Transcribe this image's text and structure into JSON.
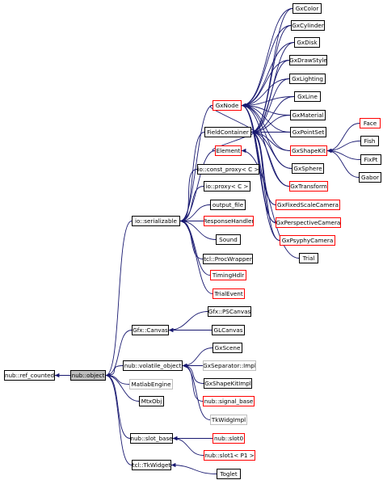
{
  "colors": {
    "edge": "#191970",
    "border_default": "#000000",
    "border_red": "#ff0000",
    "border_gray": "#bfbfbf",
    "fill_selected": "#bfbfbf"
  },
  "nodes": [
    {
      "id": "nub_ref_counted",
      "label": "nub::ref_counted",
      "style": "black"
    },
    {
      "id": "nub_object",
      "label": "nub::object",
      "style": "selected"
    },
    {
      "id": "io_serializable",
      "label": "io::serializable",
      "style": "black"
    },
    {
      "id": "gfx_canvas",
      "label": "Gfx::Canvas",
      "style": "black"
    },
    {
      "id": "nub_volatile_object",
      "label": "nub::volatile_object",
      "style": "black"
    },
    {
      "id": "matlab_engine",
      "label": "MatlabEngine",
      "style": "gray"
    },
    {
      "id": "mtxobj",
      "label": "MtxObj",
      "style": "black"
    },
    {
      "id": "nub_slot_base",
      "label": "nub::slot_base",
      "style": "black"
    },
    {
      "id": "tcl_tkwidget",
      "label": "tcl::TkWidget",
      "style": "black"
    },
    {
      "id": "gxnode",
      "label": "GxNode",
      "style": "red"
    },
    {
      "id": "fieldcontainer",
      "label": "FieldContainer",
      "style": "black"
    },
    {
      "id": "element",
      "label": "Element",
      "style": "red"
    },
    {
      "id": "io_const_proxy",
      "label": "io::const_proxy< C >",
      "style": "black"
    },
    {
      "id": "io_proxy",
      "label": "io::proxy< C >",
      "style": "black"
    },
    {
      "id": "output_file",
      "label": "output_file",
      "style": "black"
    },
    {
      "id": "responsehandler",
      "label": "ResponseHandler",
      "style": "red"
    },
    {
      "id": "sound",
      "label": "Sound",
      "style": "black"
    },
    {
      "id": "tcl_procwrapper",
      "label": "tcl::ProcWrapper",
      "style": "black"
    },
    {
      "id": "timinghdlr",
      "label": "TimingHdlr",
      "style": "red"
    },
    {
      "id": "trialevent",
      "label": "TrialEvent",
      "style": "red"
    },
    {
      "id": "gfx_pscanvas",
      "label": "Gfx::PSCanvas",
      "style": "black"
    },
    {
      "id": "glcanvas",
      "label": "GLCanvas",
      "style": "black"
    },
    {
      "id": "gxscene",
      "label": "GxScene",
      "style": "black"
    },
    {
      "id": "gxseparator_impl",
      "label": "GxSeparator::Impl",
      "style": "gray"
    },
    {
      "id": "gxshapekitimpl",
      "label": "GxShapeKitImpl",
      "style": "black"
    },
    {
      "id": "nub_signal_base",
      "label": "nub::signal_base",
      "style": "red"
    },
    {
      "id": "tkwidgimpl",
      "label": "TkWidgImpl",
      "style": "gray"
    },
    {
      "id": "nub_slot0",
      "label": "nub::slot0",
      "style": "red"
    },
    {
      "id": "nub_slot1",
      "label": "nub::slot1< P1 >",
      "style": "red"
    },
    {
      "id": "toglet",
      "label": "Toglet",
      "style": "black"
    },
    {
      "id": "gxcolor",
      "label": "GxColor",
      "style": "black"
    },
    {
      "id": "gxcylinder",
      "label": "GxCylinder",
      "style": "black"
    },
    {
      "id": "gxdisk",
      "label": "GxDisk",
      "style": "black"
    },
    {
      "id": "gxdrawstyle",
      "label": "GxDrawStyle",
      "style": "black"
    },
    {
      "id": "gxlighting",
      "label": "GxLighting",
      "style": "black"
    },
    {
      "id": "gxline",
      "label": "GxLine",
      "style": "black"
    },
    {
      "id": "gxmaterial",
      "label": "GxMaterial",
      "style": "black"
    },
    {
      "id": "gxpointset",
      "label": "GxPointSet",
      "style": "black"
    },
    {
      "id": "gxshapekit",
      "label": "GxShapeKit",
      "style": "red"
    },
    {
      "id": "gxsphere",
      "label": "GxSphere",
      "style": "black"
    },
    {
      "id": "gxtransform",
      "label": "GxTransform",
      "style": "red"
    },
    {
      "id": "gxfixedscalecamera",
      "label": "GxFixedScaleCamera",
      "style": "red"
    },
    {
      "id": "gxperspectivecamera",
      "label": "GxPerspectiveCamera",
      "style": "red"
    },
    {
      "id": "gxpsyphycamera",
      "label": "GxPsyphyCamera",
      "style": "red"
    },
    {
      "id": "trial",
      "label": "Trial",
      "style": "black"
    },
    {
      "id": "face",
      "label": "Face",
      "style": "red"
    },
    {
      "id": "fish",
      "label": "Fish",
      "style": "black"
    },
    {
      "id": "fixpt",
      "label": "FixPt",
      "style": "black"
    },
    {
      "id": "gabor",
      "label": "Gabor",
      "style": "black"
    }
  ],
  "edges": [
    [
      "nub_object",
      "nub_ref_counted"
    ],
    [
      "io_serializable",
      "nub_object"
    ],
    [
      "gfx_canvas",
      "nub_object"
    ],
    [
      "nub_volatile_object",
      "nub_object"
    ],
    [
      "matlab_engine",
      "nub_object"
    ],
    [
      "mtxobj",
      "nub_object"
    ],
    [
      "nub_slot_base",
      "nub_object"
    ],
    [
      "tcl_tkwidget",
      "nub_object"
    ],
    [
      "gxnode",
      "io_serializable"
    ],
    [
      "fieldcontainer",
      "io_serializable"
    ],
    [
      "element",
      "io_serializable"
    ],
    [
      "io_const_proxy",
      "io_serializable"
    ],
    [
      "io_proxy",
      "io_serializable"
    ],
    [
      "output_file",
      "io_serializable"
    ],
    [
      "responsehandler",
      "io_serializable"
    ],
    [
      "sound",
      "io_serializable"
    ],
    [
      "tcl_procwrapper",
      "io_serializable"
    ],
    [
      "timinghdlr",
      "io_serializable"
    ],
    [
      "trialevent",
      "io_serializable"
    ],
    [
      "gxnode",
      "fieldcontainer"
    ],
    [
      "element",
      "fieldcontainer"
    ],
    [
      "gxcolor",
      "gxnode"
    ],
    [
      "gxcylinder",
      "gxnode"
    ],
    [
      "gxdisk",
      "gxnode"
    ],
    [
      "gxdrawstyle",
      "gxnode"
    ],
    [
      "gxlighting",
      "gxnode"
    ],
    [
      "gxline",
      "gxnode"
    ],
    [
      "gxmaterial",
      "gxnode"
    ],
    [
      "gxpointset",
      "gxnode"
    ],
    [
      "gxshapekit",
      "gxnode"
    ],
    [
      "gxsphere",
      "gxnode"
    ],
    [
      "gxtransform",
      "gxnode"
    ],
    [
      "gxfixedscalecamera",
      "gxnode"
    ],
    [
      "gxperspectivecamera",
      "gxnode"
    ],
    [
      "gxpsyphycamera",
      "gxnode"
    ],
    [
      "gxcolor",
      "fieldcontainer"
    ],
    [
      "gxcylinder",
      "fieldcontainer"
    ],
    [
      "gxdisk",
      "fieldcontainer"
    ],
    [
      "gxdrawstyle",
      "fieldcontainer"
    ],
    [
      "gxlighting",
      "fieldcontainer"
    ],
    [
      "gxline",
      "fieldcontainer"
    ],
    [
      "gxmaterial",
      "fieldcontainer"
    ],
    [
      "gxpointset",
      "fieldcontainer"
    ],
    [
      "gxshapekit",
      "fieldcontainer"
    ],
    [
      "gxsphere",
      "fieldcontainer"
    ],
    [
      "gxtransform",
      "fieldcontainer"
    ],
    [
      "gxfixedscalecamera",
      "fieldcontainer"
    ],
    [
      "gxperspectivecamera",
      "fieldcontainer"
    ],
    [
      "gxpsyphycamera",
      "fieldcontainer"
    ],
    [
      "trial",
      "element"
    ],
    [
      "face",
      "gxshapekit"
    ],
    [
      "fish",
      "gxshapekit"
    ],
    [
      "fixpt",
      "gxshapekit"
    ],
    [
      "gabor",
      "gxshapekit"
    ],
    [
      "gfx_pscanvas",
      "gfx_canvas"
    ],
    [
      "glcanvas",
      "gfx_canvas"
    ],
    [
      "gxscene",
      "nub_volatile_object"
    ],
    [
      "gxseparator_impl",
      "nub_volatile_object"
    ],
    [
      "gxshapekitimpl",
      "nub_volatile_object"
    ],
    [
      "nub_signal_base",
      "nub_volatile_object"
    ],
    [
      "tkwidgimpl",
      "nub_volatile_object"
    ],
    [
      "nub_slot0",
      "nub_slot_base"
    ],
    [
      "nub_slot1",
      "nub_slot_base"
    ],
    [
      "toglet",
      "tcl_tkwidget"
    ]
  ]
}
